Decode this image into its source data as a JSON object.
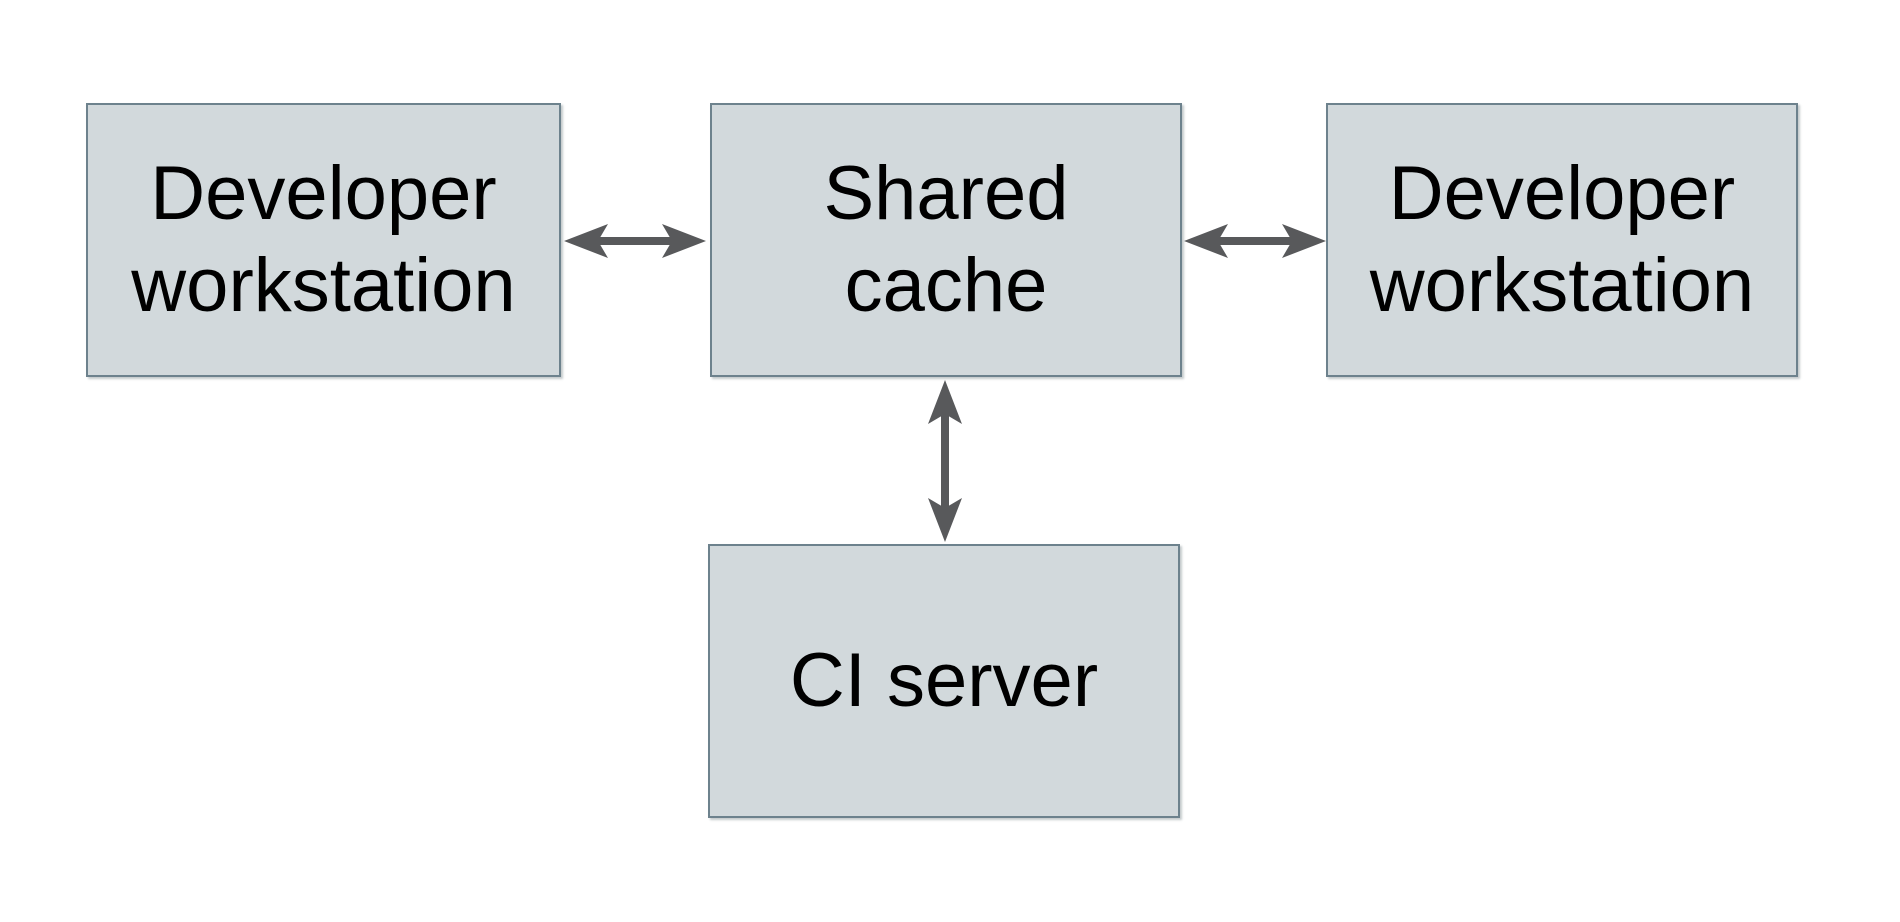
{
  "colors": {
    "background": "#ffffff",
    "box_fill": "#d2d9dc",
    "box_border": "#6d828d",
    "arrow": "#58595b",
    "text": "#000000"
  },
  "diagram": {
    "type": "architecture-diagram",
    "nodes": {
      "dev_left": {
        "id": "developer-workstation-left",
        "label": "Developer\nworkstation"
      },
      "shared_cache": {
        "id": "shared-cache",
        "label": "Shared\ncache"
      },
      "dev_right": {
        "id": "developer-workstation-right",
        "label": "Developer\nworkstation"
      },
      "ci_server": {
        "id": "ci-server",
        "label": "CI server"
      }
    },
    "edges": [
      {
        "from": "developer-workstation-left",
        "to": "shared-cache",
        "direction": "bidirectional"
      },
      {
        "from": "shared-cache",
        "to": "developer-workstation-right",
        "direction": "bidirectional"
      },
      {
        "from": "shared-cache",
        "to": "ci-server",
        "direction": "bidirectional"
      }
    ]
  }
}
